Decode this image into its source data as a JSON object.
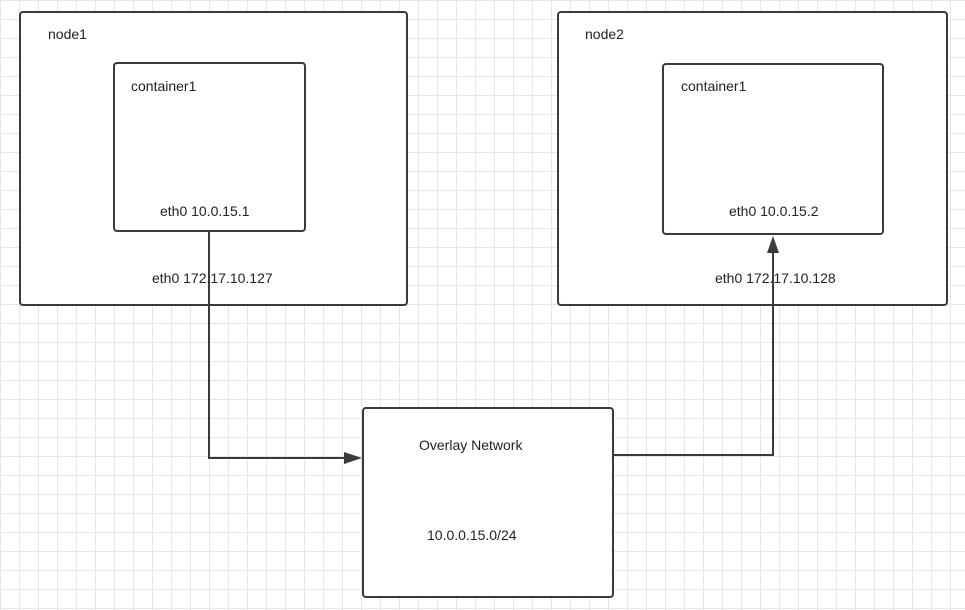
{
  "node1": {
    "title": "node1",
    "eth0": "eth0 172.17.10.127",
    "container": {
      "title": "container1",
      "eth0": "eth0 10.0.15.1"
    }
  },
  "node2": {
    "title": "node2",
    "eth0": "eth0 172.17.10.128",
    "container": {
      "title": "container1",
      "eth0": "eth0 10.0.15.2"
    }
  },
  "overlay": {
    "title": "Overlay Network",
    "subnet": "10.0.0.15.0/24"
  },
  "colors": {
    "stroke": "#3a3a3a",
    "grid": "#e6e6e6",
    "background": "#ffffff"
  }
}
